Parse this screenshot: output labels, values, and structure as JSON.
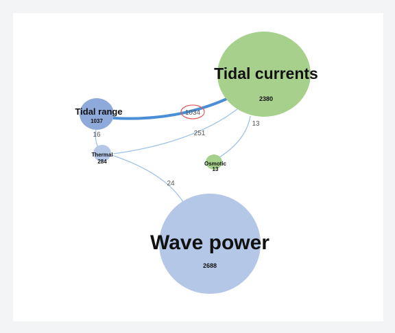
{
  "diagram": {
    "nodes": [
      {
        "id": "tidal_currents",
        "label": "Tidal currents",
        "value": "2380",
        "color": "#a8d08d"
      },
      {
        "id": "wave_power",
        "label": "Wave power",
        "value": "2688",
        "color": "#b4c7e7"
      },
      {
        "id": "tidal_range",
        "label": "Tidal range",
        "value": "1037",
        "color": "#8eaadb"
      },
      {
        "id": "thermal",
        "label": "Thermal",
        "value": "284",
        "color": "#b4c7e7"
      },
      {
        "id": "osmotic",
        "label": "Osmotic",
        "value": "13",
        "color": "#a8d08d"
      }
    ],
    "edges": [
      {
        "from": "tidal_range",
        "to": "tidal_currents",
        "label": "1034",
        "highlighted": true
      },
      {
        "from": "tidal_range",
        "to": "thermal",
        "label": "16"
      },
      {
        "from": "thermal",
        "to": "tidal_currents",
        "label": "251"
      },
      {
        "from": "osmotic",
        "to": "tidal_currents",
        "label": "13"
      },
      {
        "from": "thermal",
        "to": "wave_power",
        "label": "24"
      }
    ],
    "highlight_color": "#e05a5a",
    "edge_color": "#9fc3e7",
    "strong_edge_color": "#4a8ed6"
  }
}
